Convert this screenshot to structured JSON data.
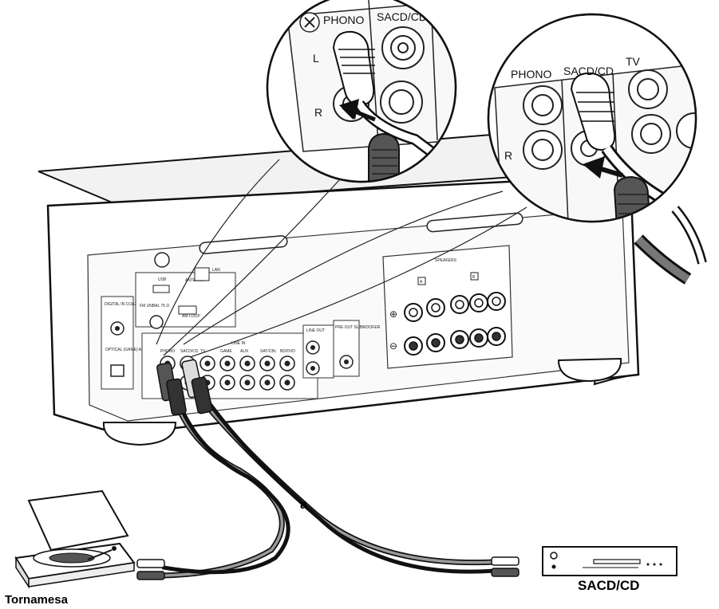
{
  "zoom_left": {
    "labels": [
      "PHONO",
      "SACD/CD",
      "L",
      "R"
    ]
  },
  "zoom_right": {
    "labels": [
      "PHONO",
      "SACD/CD",
      "TV",
      "R"
    ]
  },
  "receiver_panel": {
    "digital_in": "DIGITAL IN COAXIAL (BD/DVD) ASSIGNABLE",
    "optical": "OPTICAL (GAME) ASSIGNABLE",
    "usb": "USB",
    "antenna": "ANTENNA",
    "lan": "LAN",
    "fm": "FM UNBAL 75 Ω",
    "am": "AM LOOP",
    "line_in": "LINE IN",
    "inputs": [
      "PHONO",
      "SACD/CD",
      "TV",
      "GAME",
      "AUX",
      "SAT/CBL",
      "BD/DVD"
    ],
    "line_out": "LINE OUT",
    "pre_out": "PRE OUT SUBWOOFER",
    "speakers": "SPEAKERS",
    "speaker_a": "A",
    "speaker_b": "B",
    "plus": "⊕",
    "minus": "⊖"
  },
  "cable_label": "a",
  "turntable_label": "Tornamesa",
  "sacd_label": "SACD/CD"
}
